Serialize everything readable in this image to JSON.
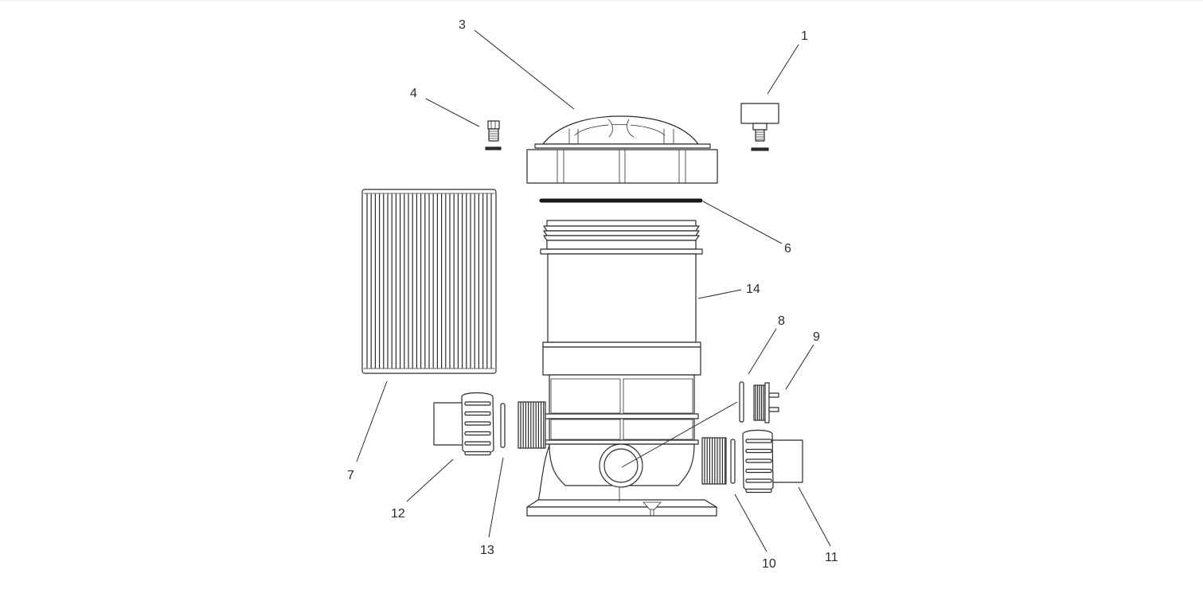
{
  "callouts": [
    {
      "id": "1",
      "label": "1"
    },
    {
      "id": "3",
      "label": "3"
    },
    {
      "id": "4",
      "label": "4"
    },
    {
      "id": "6",
      "label": "6"
    },
    {
      "id": "7",
      "label": "7"
    },
    {
      "id": "8",
      "label": "8"
    },
    {
      "id": "9",
      "label": "9"
    },
    {
      "id": "10",
      "label": "10"
    },
    {
      "id": "11",
      "label": "11"
    },
    {
      "id": "12",
      "label": "12"
    },
    {
      "id": "13",
      "label": "13"
    },
    {
      "id": "14",
      "label": "14"
    }
  ]
}
